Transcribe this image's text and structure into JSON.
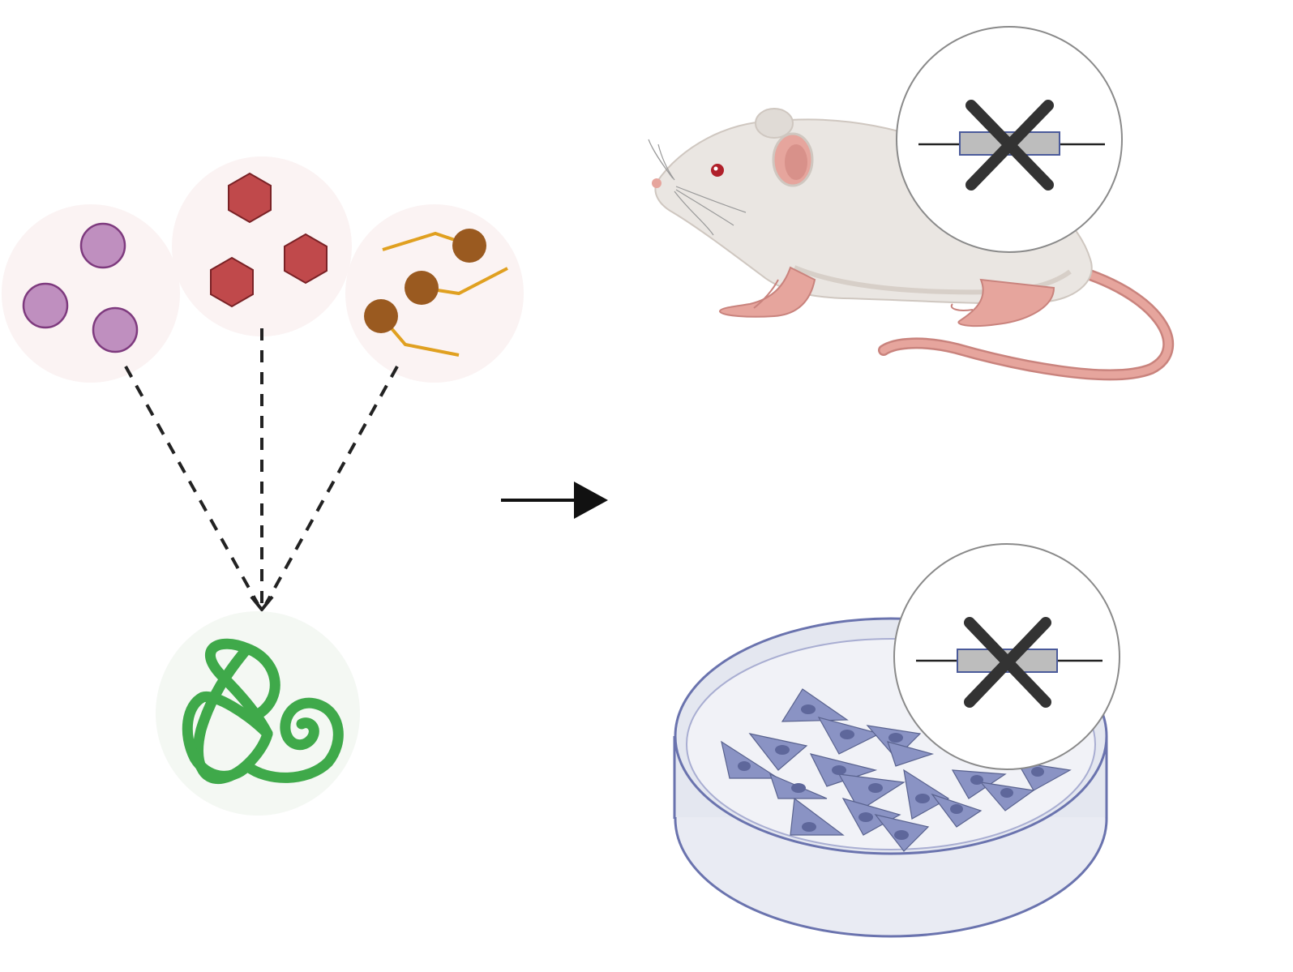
{
  "diagram": {
    "inputs": [
      {
        "name": "metabolite-group-1",
        "shape": "circle",
        "count": 3,
        "fill": "#BF8FBF",
        "stroke": "#7E3A7E"
      },
      {
        "name": "metabolite-group-2",
        "shape": "hexagon",
        "count": 3,
        "fill": "#C0494B",
        "stroke": "#7A2226"
      },
      {
        "name": "metabolite-group-3",
        "shape": "lipid",
        "count": 3,
        "fill": "#9A5A20",
        "stroke": "#E0A020"
      }
    ],
    "bubble_color": "#FBF3F3",
    "target": {
      "name": "protein",
      "color": "#3FA94A",
      "bubble_color": "#F4F8F3"
    },
    "models": [
      {
        "name": "knockout-mouse",
        "badge": "gene-knockout"
      },
      {
        "name": "knockout-cell-culture",
        "badge": "gene-knockout"
      }
    ],
    "colors": {
      "arrow": "#222222",
      "mouse_body": "#EAE6E2",
      "mouse_pink": "#E6A59D",
      "dish": "#E4E7F0",
      "dish_edge": "#6A73AE",
      "cell": "#8A93C4",
      "gene_box": "#BDBDBD",
      "cross": "#333333"
    }
  }
}
